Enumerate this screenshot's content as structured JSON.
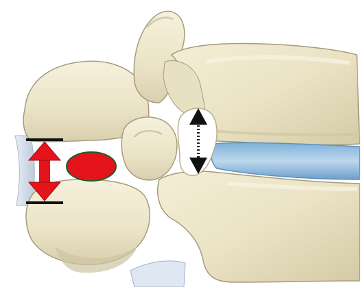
{
  "figure": {
    "subject": "lumbar-vertebrae-lateral-view",
    "colors": {
      "bone": "#efe8cf",
      "bone_shade": "#cfc5a3",
      "bone_dark": "#b3a985",
      "outline": "#9c9276",
      "disc": "#a8cbe3",
      "disc_edge": "#5d8fbe",
      "red_marker": "#e5141b",
      "black_marker": "#111111",
      "ligament": "#cfdcea",
      "ellipse_rim": "#1f5d2a"
    },
    "annotations": [
      {
        "id": "posterior-gap-height",
        "symbol": "red-double-arrow",
        "color": "#e5141b"
      },
      {
        "id": "facet-or-nerve-marker",
        "symbol": "red-ellipse",
        "color": "#e5141b"
      },
      {
        "id": "foramen-height",
        "symbol": "black-dotted-double-arrow",
        "color": "#111111"
      }
    ]
  }
}
